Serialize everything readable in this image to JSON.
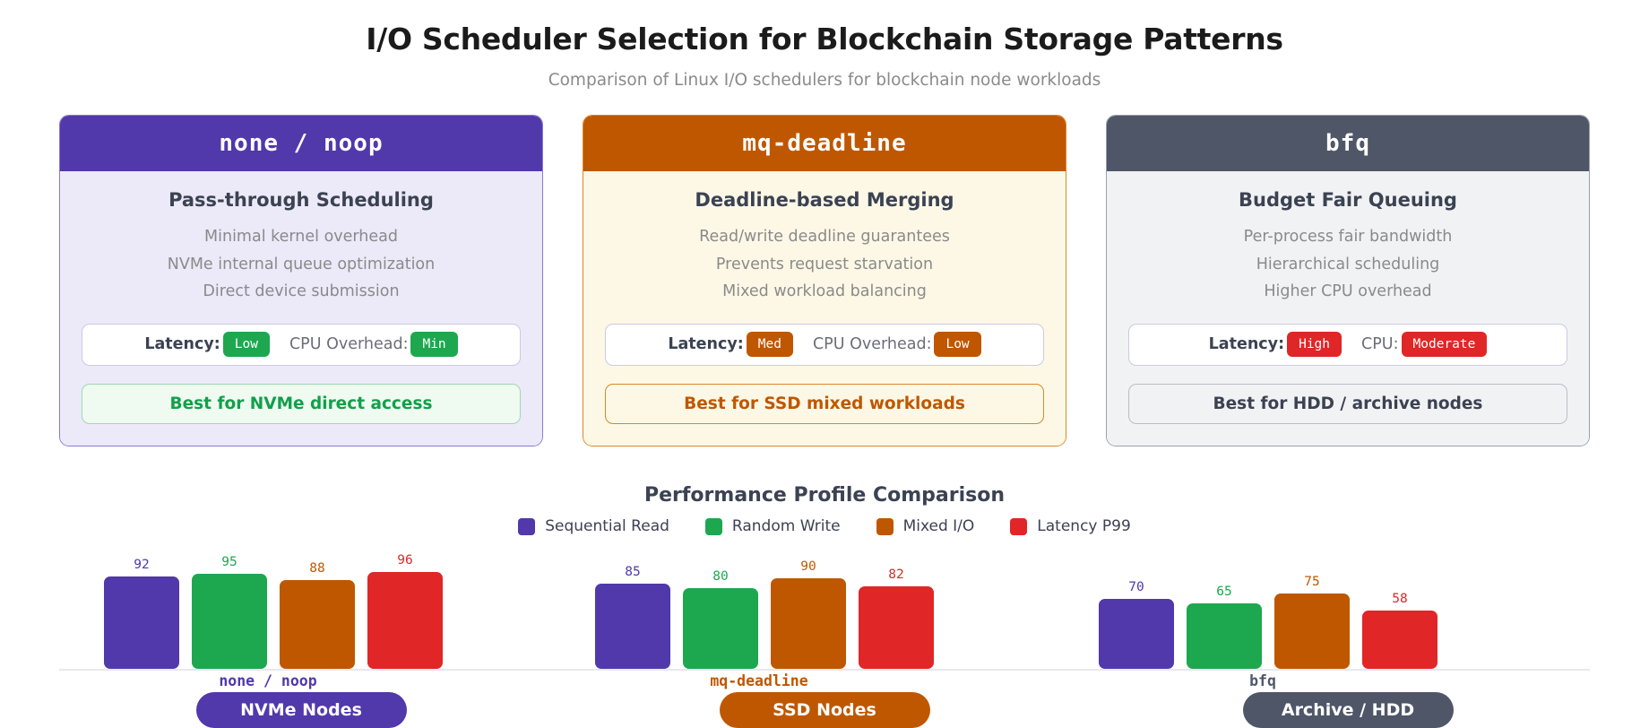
{
  "header": {
    "title": "I/O Scheduler Selection for Blockchain Storage Patterns",
    "subtitle": "Comparison of Linux I/O schedulers for blockchain node workloads"
  },
  "colors": {
    "purple": "#5138ab",
    "orange": "#bf5700",
    "slate": "#4e5668",
    "green": "#1da84f",
    "red": "#e02626"
  },
  "cards": [
    {
      "name": "none / noop",
      "header_bg": "#5138ab",
      "body_bg": "#ece9f9",
      "border": "#8a79d6",
      "subtitle": "Pass-through Scheduling",
      "lines": [
        "Minimal kernel overhead",
        "NVMe internal queue optimization",
        "Direct device submission"
      ],
      "metric1_label": "Latency:",
      "metric1_value": "Low",
      "metric1_color": "#1da84f",
      "metric2_label": "CPU Overhead:",
      "metric2_value": "Min",
      "metric2_color": "#1da84f",
      "recommendation": "Best for NVMe direct access",
      "rec_bg": "#effaf1",
      "rec_border": "#9fd9b0",
      "rec_color": "#12a04a",
      "pill_label": "NVMe Nodes",
      "pill_bg": "#5138ab"
    },
    {
      "name": "mq-deadline",
      "header_bg": "#bf5700",
      "body_bg": "#fdf8e6",
      "border": "#d98728",
      "subtitle": "Deadline-based Merging",
      "lines": [
        "Read/write deadline guarantees",
        "Prevents request starvation",
        "Mixed workload balancing"
      ],
      "metric1_label": "Latency:",
      "metric1_value": "Med",
      "metric1_color": "#bf5700",
      "metric2_label": "CPU Overhead:",
      "metric2_value": "Low",
      "metric2_color": "#bf5700",
      "recommendation": "Best for SSD mixed workloads",
      "rec_bg": "#fdf8e6",
      "rec_border": "#d98728",
      "rec_color": "#bf5700",
      "pill_label": "SSD Nodes",
      "pill_bg": "#bf5700"
    },
    {
      "name": "bfq",
      "header_bg": "#4e5668",
      "body_bg": "#f1f2f4",
      "border": "#9aa1ad",
      "subtitle": "Budget Fair Queuing",
      "lines": [
        "Per-process fair bandwidth",
        "Hierarchical scheduling",
        "Higher CPU overhead"
      ],
      "metric1_label": "Latency:",
      "metric1_value": "High",
      "metric1_color": "#e02626",
      "metric2_label": "CPU:",
      "metric2_value": "Moderate",
      "metric2_color": "#e02626",
      "recommendation": "Best for HDD / archive nodes",
      "rec_bg": "#f1f2f4",
      "rec_border": "#b9bec7",
      "rec_color": "#3b4252",
      "pill_label": "Archive / HDD",
      "pill_bg": "#4e5668"
    }
  ],
  "chart_data": {
    "type": "bar",
    "title": "Performance Profile Comparison",
    "xlabel": "",
    "ylabel": "",
    "ylim": [
      0,
      100
    ],
    "grid": false,
    "legend_position": "top",
    "categories": [
      "none / noop",
      "mq-deadline",
      "bfq"
    ],
    "series": [
      {
        "name": "Sequential Read",
        "color": "#5138ab",
        "values": [
          92,
          85,
          70
        ]
      },
      {
        "name": "Random Write",
        "color": "#1da84f",
        "values": [
          95,
          80,
          65
        ]
      },
      {
        "name": "Mixed I/O",
        "color": "#bf5700",
        "values": [
          88,
          90,
          75
        ]
      },
      {
        "name": "Latency P99",
        "color": "#e02626",
        "values": [
          96,
          82,
          58
        ]
      }
    ]
  }
}
